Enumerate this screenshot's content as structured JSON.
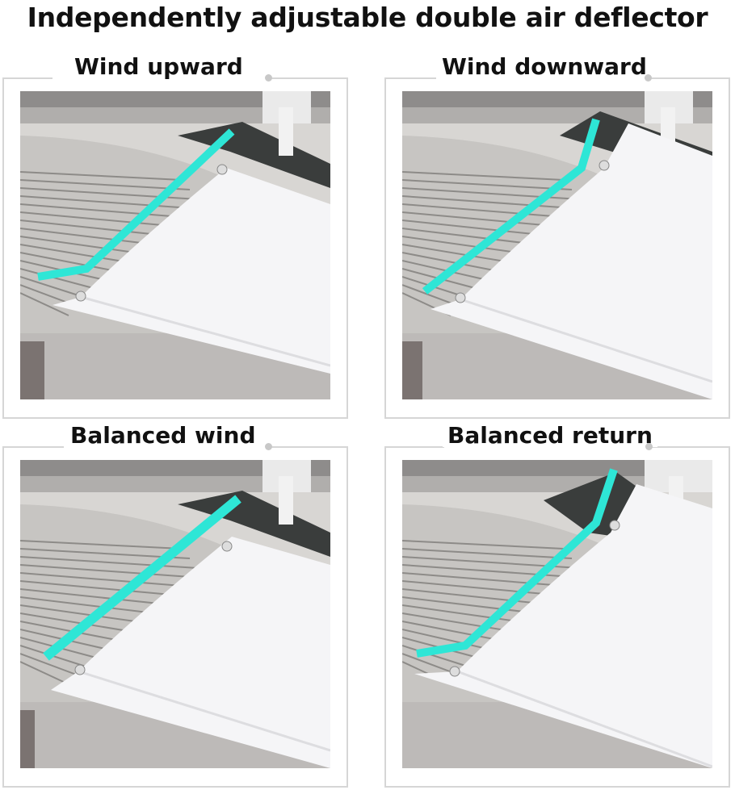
{
  "title": "Independently adjustable double air deflector",
  "panels": [
    {
      "label": "Wind upward",
      "mode": "up"
    },
    {
      "label": "Wind downward",
      "mode": "down"
    },
    {
      "label": "Balanced wind",
      "mode": "balanced"
    },
    {
      "label": "Balanced return",
      "mode": "return"
    }
  ],
  "colors": {
    "airflow_line": "#2ee6d6",
    "frame": "#d6d6d6",
    "text": "#111111"
  }
}
